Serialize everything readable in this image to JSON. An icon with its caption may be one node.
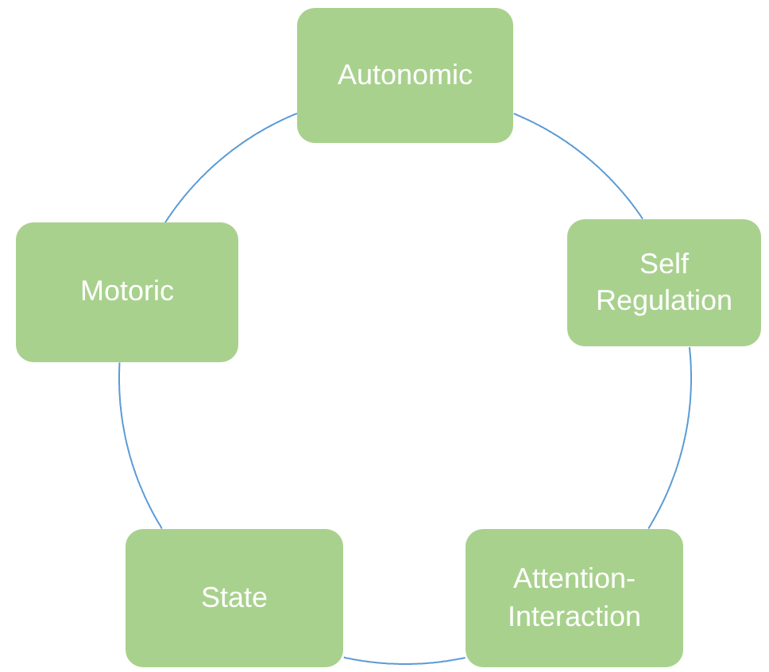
{
  "diagram": {
    "nodes": [
      {
        "text": [
          "Autonomic"
        ]
      },
      {
        "text": [
          "Self Regulation"
        ]
      },
      {
        "text": [
          "Attention-Interaction"
        ]
      },
      {
        "text": [
          "State"
        ]
      },
      {
        "text": [
          "Motoric"
        ]
      }
    ],
    "edges": [
      {
        "from": 0,
        "to": 1,
        "arrow": "none"
      },
      {
        "from": 1,
        "to": 2,
        "arrow": "none"
      },
      {
        "from": 2,
        "to": 3,
        "arrow": "none"
      },
      {
        "from": 3,
        "to": 4,
        "arrow": "none"
      },
      {
        "from": 4,
        "to": 0,
        "arrow": "none"
      }
    ]
  }
}
